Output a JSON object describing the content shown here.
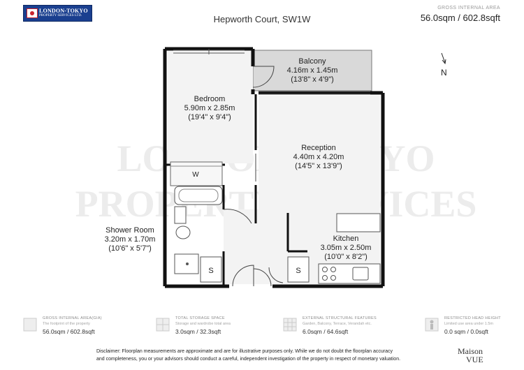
{
  "header": {
    "logo_line1": "LONDON-TOKYO",
    "logo_line2": "PROPERTY SERVICES LTD.",
    "title": "Hepworth Court, SW1W",
    "gia_label": "GROSS INTERNAL AREA",
    "gia_value": "56.0sqm / 602.8sqft"
  },
  "rooms": {
    "balcony": {
      "name": "Balcony",
      "metric": "4.16m x 1.45m",
      "imperial": "(13'8\" x 4'9\")"
    },
    "bedroom": {
      "name": "Bedroom",
      "metric": "5.90m x 2.85m",
      "imperial": "(19'4\" x 9'4\")"
    },
    "reception": {
      "name": "Reception",
      "metric": "4.40m x 4.20m",
      "imperial": "(14'5\" x 13'9\")"
    },
    "kitchen": {
      "name": "Kitchen",
      "metric": "3.05m x 2.50m",
      "imperial": "(10'0\" x 8'2\")"
    },
    "shower": {
      "name": "Shower Room",
      "metric": "3.20m x 1.70m",
      "imperial": "(10'6\" x 5'7\")"
    }
  },
  "markers": {
    "wardrobe": "W",
    "storage_1": "S",
    "storage_2": "S"
  },
  "compass": {
    "label": "N"
  },
  "watermark": {
    "line1": "LONDON-TOKYO",
    "line2": "PROPERTY SERVICES"
  },
  "footer": {
    "gia": {
      "title": "GROSS INTERNAL AREA(GIA)",
      "desc": "The footprint of the property",
      "value": "56.0sqm / 602.8sqft",
      "icon": "area-square-icon"
    },
    "storage": {
      "title": "TOTAL STORAGE SPACE",
      "desc": "Storage and wardrobe total area",
      "value": "3.0sqm / 32.3sqft",
      "icon": "storage-grid-icon"
    },
    "external": {
      "title": "EXTERNAL STRUCTURAL FEATURES",
      "desc": "Garden, Balcony, Terrace, Verandah etc.",
      "value": "6.0sqm / 64.6sqft",
      "icon": "dotted-grid-icon"
    },
    "restricted": {
      "title": "RESTRICTED HEAD HEIGHT",
      "desc": "Limited use area under 1.5m",
      "value": "0.0 sqm / 0.0sqft",
      "icon": "person-height-icon"
    }
  },
  "disclaimer": {
    "line1": "Disclaimer: Floorplan measurements are approximate and are for illustrative purposes only. While we do not doubt the floorplan accuracy",
    "line2": "and completeness, you or your advisors should conduct a careful, independent investigation of the property in respect of monetary valuation."
  },
  "brand": {
    "line1": "Maison",
    "line2": "VUE"
  },
  "colors": {
    "logo_bg": "#1a3f8f",
    "logo_accent": "#c9232d",
    "wall": "#111111",
    "balcony_fill": "#d9d9d9",
    "room_fill": "#f3f3f3"
  }
}
